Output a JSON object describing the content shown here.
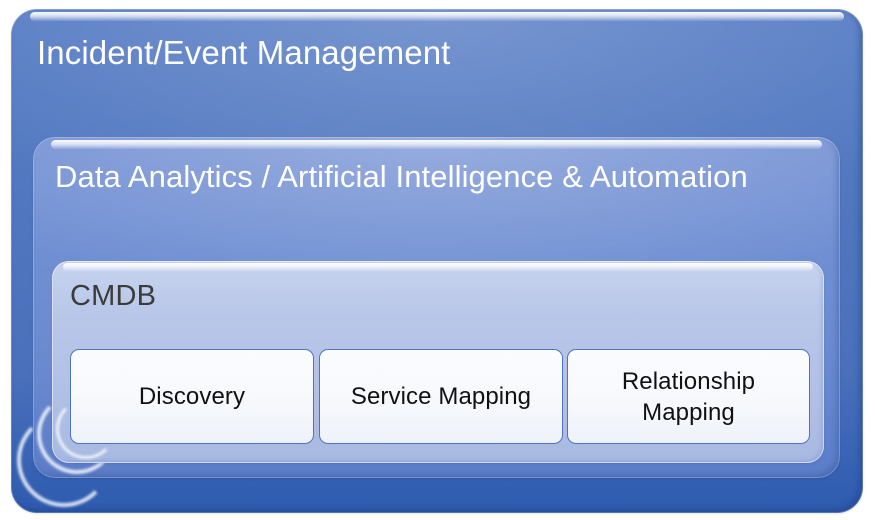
{
  "diagram": {
    "type": "nested-containment-stack",
    "title_text": "Incident/Event Management",
    "colors": {
      "outer_fill": "#4f74bd",
      "outer_fill_bottom": "#2e5bb0",
      "middle_fill": "#6b8ad0",
      "middle_fill_bottom": "#5b7cc8",
      "cmdb_fill": "#b3c2e8",
      "cmdb_fill_top": "#c7d3ee",
      "leaf_fill": "#f6f8fc",
      "leaf_border": "#4f74bd",
      "outer_text": "#ffffff",
      "middle_text": "#ffffff",
      "cmdb_text": "#3b3b3b",
      "leaf_text": "#111111",
      "page_background": "#ffffff"
    },
    "layers": [
      {
        "id": "incident-event-management",
        "label": "Incident/Event Management",
        "level": 1
      },
      {
        "id": "data-analytics-ai-automation",
        "label": "Data Analytics / Artificial Intelligence & Automation",
        "level": 2
      },
      {
        "id": "cmdb",
        "label": "CMDB",
        "level": 3
      }
    ],
    "cmdb_components": [
      {
        "id": "discovery",
        "label": "Discovery",
        "lines": [
          "Discovery"
        ]
      },
      {
        "id": "service-mapping",
        "label": "Service Mapping",
        "lines": [
          "Service Mapping"
        ]
      },
      {
        "id": "relationship-mapping",
        "label": "Relationship Mapping",
        "lines": [
          "Relationship",
          "Mapping"
        ]
      }
    ]
  }
}
